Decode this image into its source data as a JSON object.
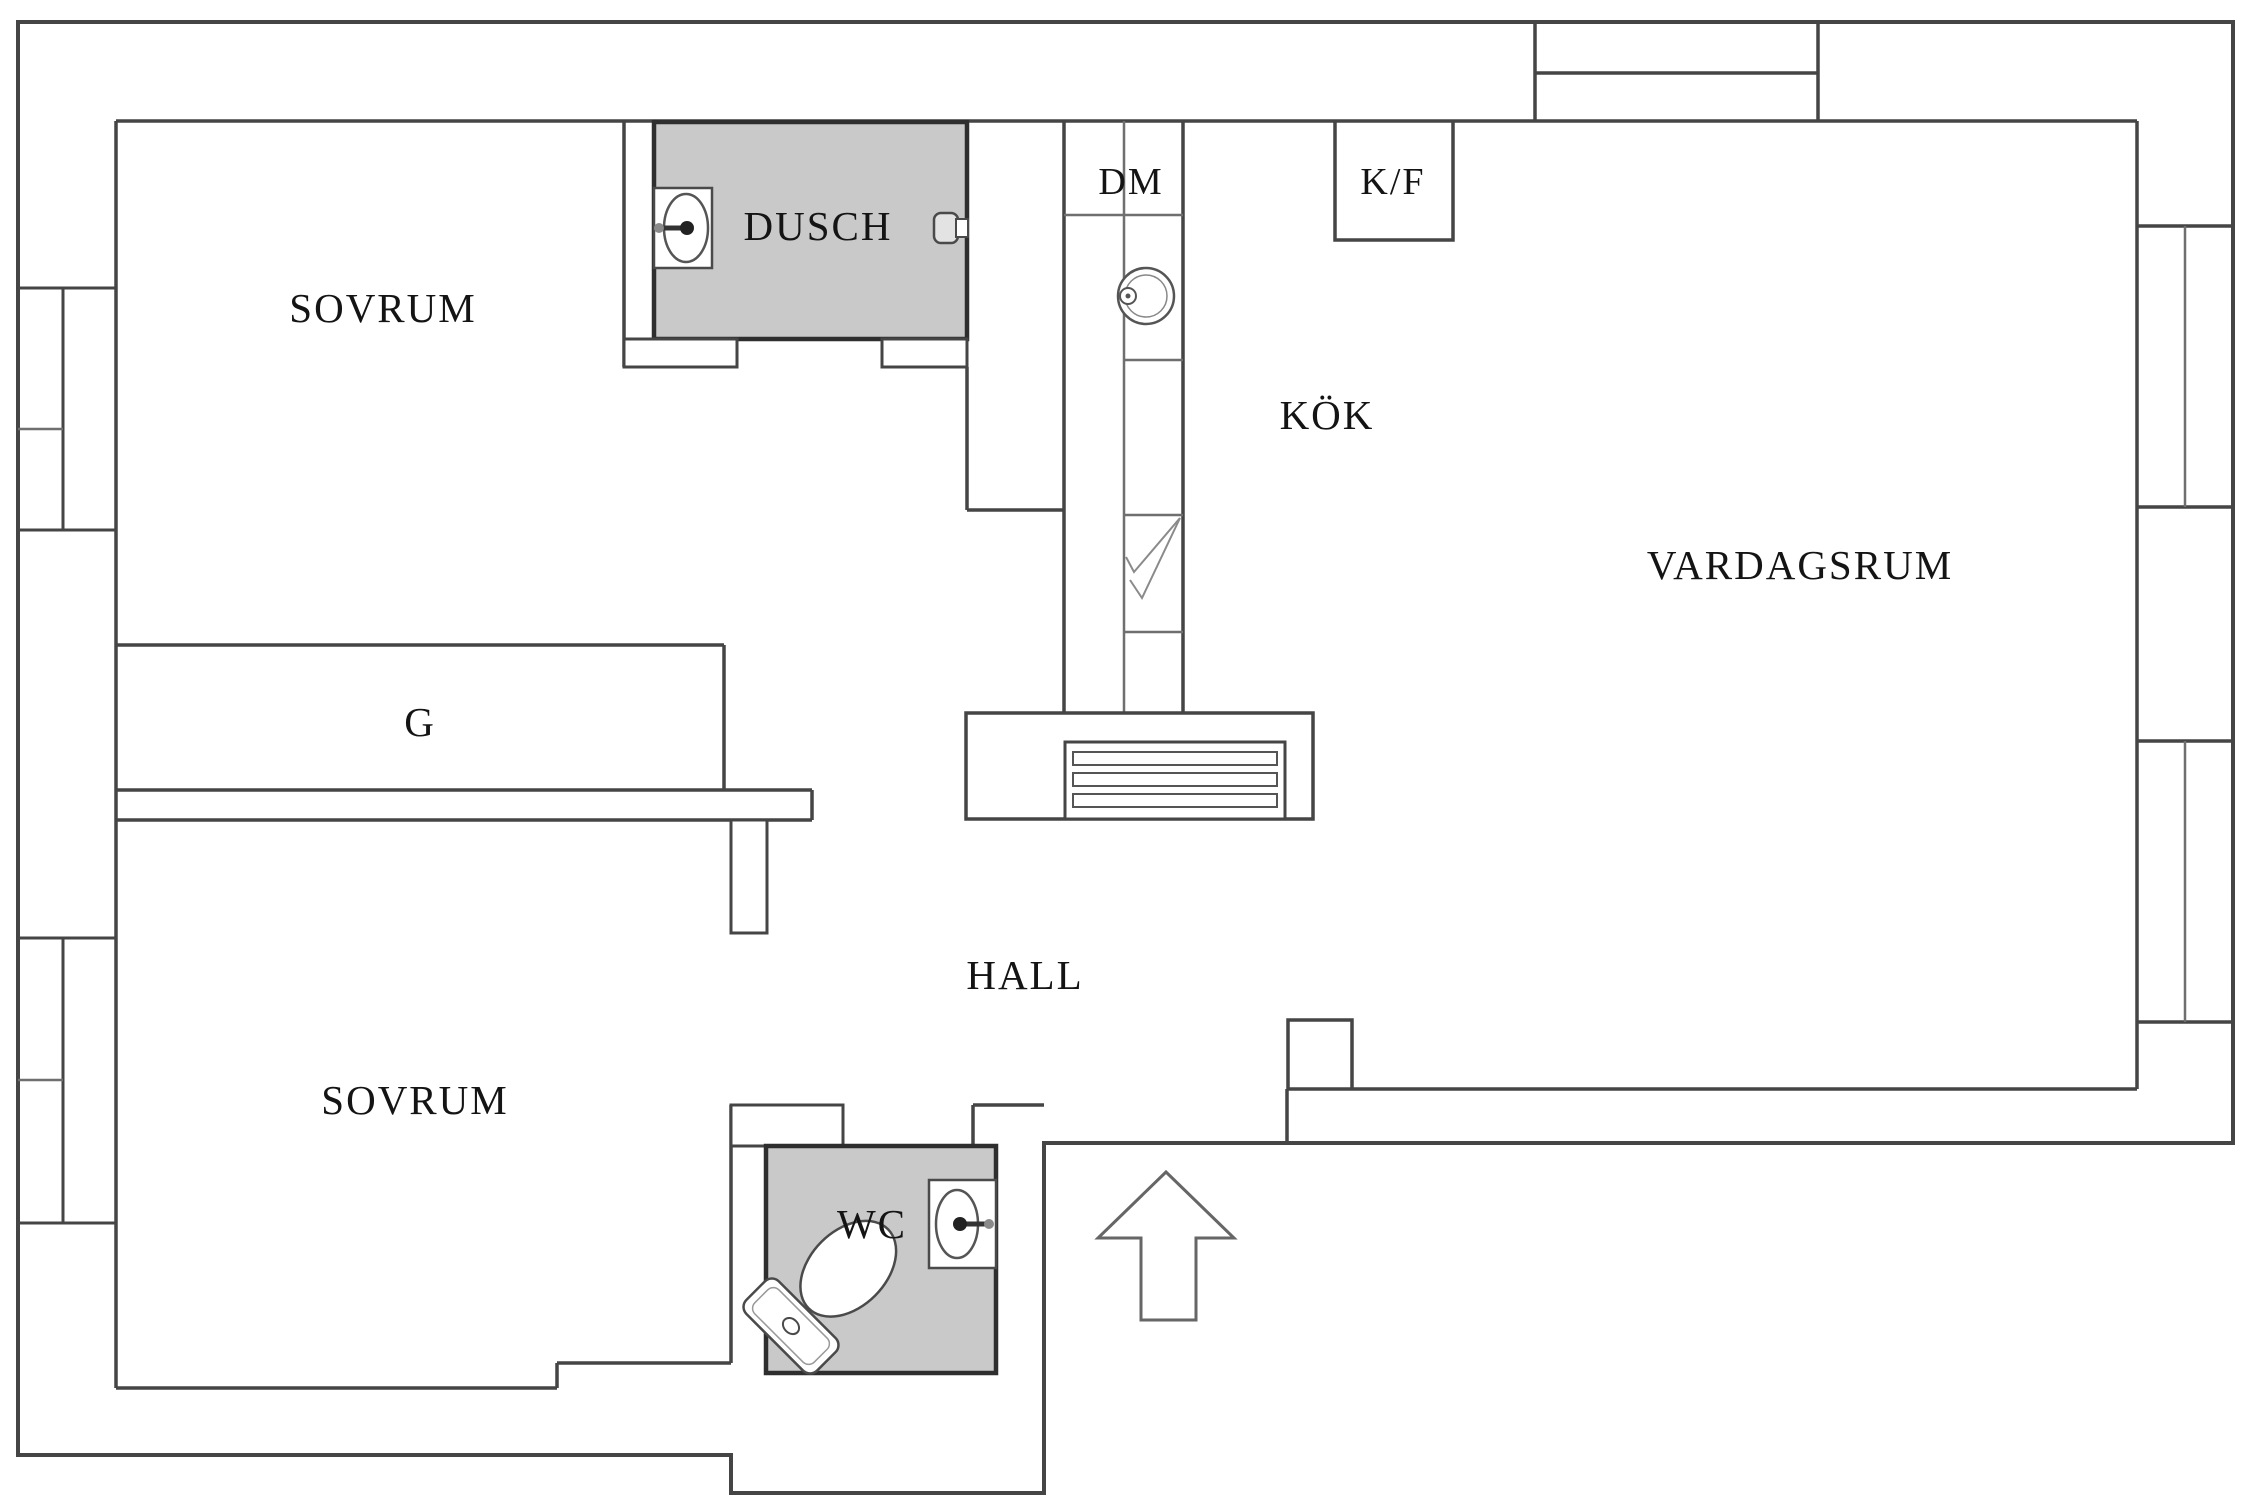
{
  "title": "Apartment floor plan",
  "colors": {
    "background": "#ffffff",
    "wall": "#454545",
    "wall_dark": "#2e2e2e",
    "light_line": "#8a8a8a",
    "fixture_line": "#4a4a4a",
    "wet_room_fill": "#c9c9c9",
    "text": "#141414"
  },
  "rooms": {
    "bedroom_top": {
      "label": "SOVRUM"
    },
    "shower_room": {
      "label": "DUSCH"
    },
    "kitchen": {
      "label": "KÖK"
    },
    "living_room": {
      "label": "VARDAGSRUM"
    },
    "wardrobe": {
      "label": "G"
    },
    "bedroom_bottom": {
      "label": "SOVRUM"
    },
    "hall": {
      "label": "HALL"
    },
    "wc": {
      "label": "WC"
    }
  },
  "appliances": {
    "dishwasher": {
      "label": "DM"
    },
    "fridge_freezer": {
      "label": "K/F"
    }
  },
  "icons": {
    "bathroom_sink": "sink-icon",
    "wc_sink": "sink-icon",
    "kitchen_sink": "round-sink-icon",
    "shower_mixer": "shower-tap-icon",
    "stove": "stove-check-icon",
    "toilet": "toilet-icon",
    "radiator": "radiator-icon",
    "entrance": "entrance-arrow-icon"
  }
}
